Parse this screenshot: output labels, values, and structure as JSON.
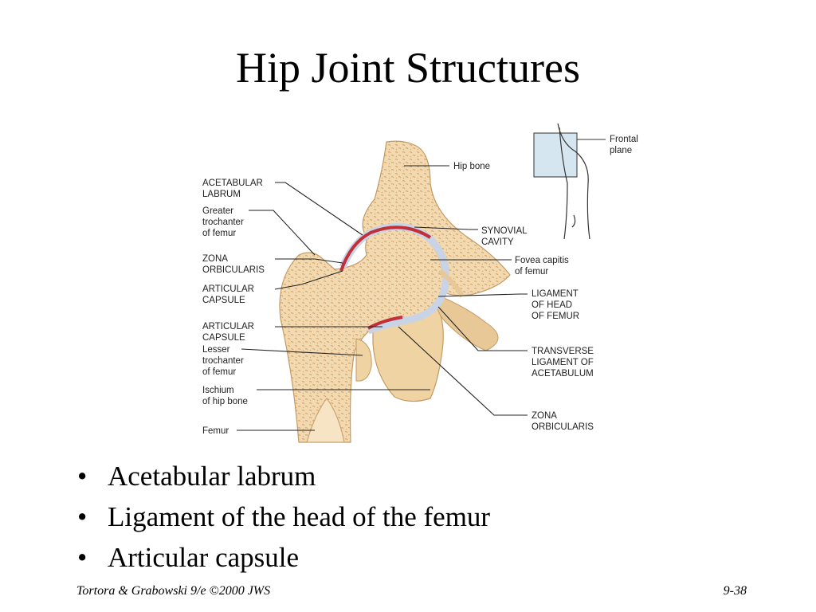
{
  "slide": {
    "title": "Hip Joint Structures",
    "bullets": [
      "Acetabular labrum",
      "Ligament of the head of the femur",
      "Articular capsule"
    ],
    "footer_left": "Tortora & Grabowski 9/e ©2000 JWS",
    "footer_right": "9-38"
  },
  "diagram": {
    "left_labels": [
      [
        "ACETABULAR",
        "LABRUM"
      ],
      [
        "Greater",
        "trochanter",
        "of femur"
      ],
      [
        "ZONA",
        "ORBICULARIS"
      ],
      [
        "ARTICULAR",
        "CAPSULE"
      ],
      [
        "ARTICULAR",
        "CAPSULE"
      ],
      [
        "Lesser",
        "trochanter",
        "of femur"
      ],
      [
        "Ischium",
        "of hip bone"
      ],
      [
        "Femur"
      ]
    ],
    "right_labels": [
      [
        "Hip bone"
      ],
      [
        "SYNOVIAL",
        "CAVITY"
      ],
      [
        "Fovea capitis",
        "of femur"
      ],
      [
        "LIGAMENT",
        "OF HEAD",
        "OF FEMUR"
      ],
      [
        "TRANSVERSE",
        "LIGAMENT OF",
        "ACETABULUM"
      ],
      [
        "ZONA",
        "ORBICULARIS"
      ]
    ],
    "inset_label": [
      "Frontal",
      "plane"
    ],
    "colors": {
      "bone": "#f2d9b0",
      "bone_dark": "#d9b481",
      "cartilage": "#c9d3e6",
      "synovial": "#c0303a",
      "ligament": "#e9c898",
      "plane": "#d6e6f0"
    }
  }
}
